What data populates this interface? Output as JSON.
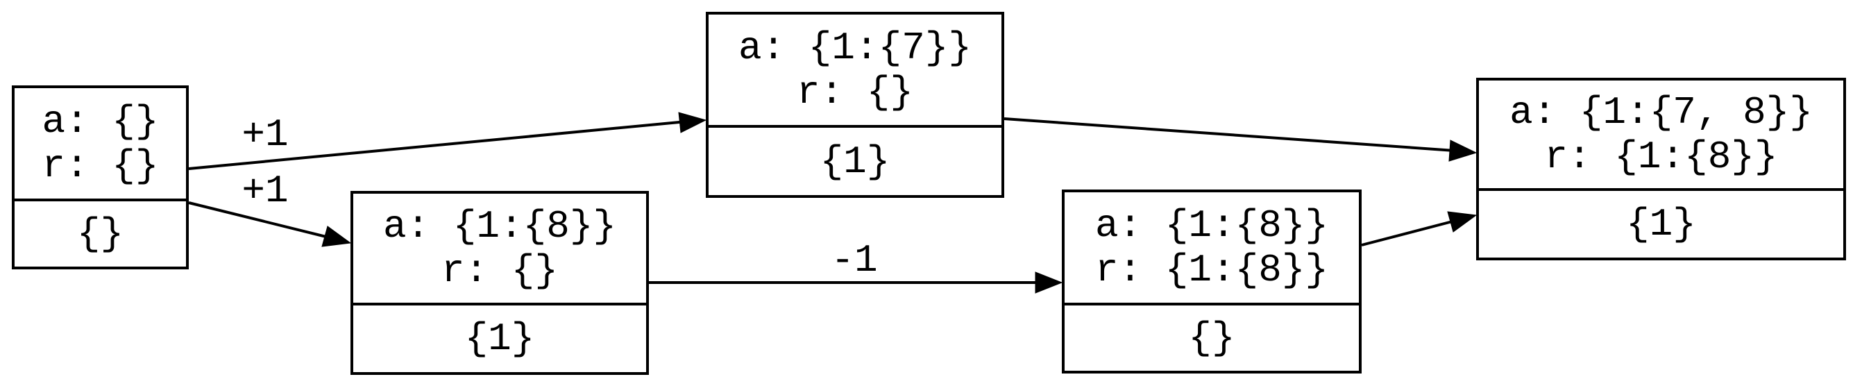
{
  "diagram": {
    "type": "state-graph",
    "background_color": "#ffffff",
    "line_color": "#000000",
    "text_color": "#000000",
    "nodes": [
      {
        "line1": "a: {}",
        "line2": "r: {}",
        "bottom": "{}"
      },
      {
        "line1": "a: {1:{7}}",
        "line2": "r: {}",
        "bottom": "{1}"
      },
      {
        "line1": "a: {1:{8}}",
        "line2": "r: {}",
        "bottom": "{1}"
      },
      {
        "line1": "a: {1:{8}}",
        "line2": "r: {1:{8}}",
        "bottom": "{}"
      },
      {
        "line1": "a: {1:{7, 8}}",
        "line2": "r: {1:{8}}",
        "bottom": "{1}"
      }
    ],
    "edges": [
      {
        "from": 0,
        "to": 1,
        "label": "+1"
      },
      {
        "from": 0,
        "to": 2,
        "label": "+1"
      },
      {
        "from": 2,
        "to": 3,
        "label": "-1"
      },
      {
        "from": 1,
        "to": 4,
        "label": ""
      },
      {
        "from": 3,
        "to": 4,
        "label": ""
      }
    ]
  }
}
